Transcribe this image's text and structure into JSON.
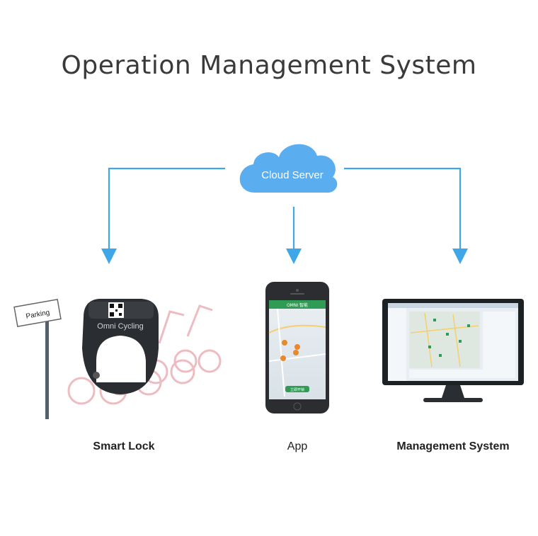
{
  "title": "Operation Management System",
  "cloud": {
    "label": "Cloud Server",
    "icon": "cloud-icon",
    "color": "#5aaef0"
  },
  "arrow_color": "#3fa6e8",
  "nodes": [
    {
      "id": "smart-lock",
      "label": "Smart Lock",
      "icon": "smart-lock-icon"
    },
    {
      "id": "app",
      "label": "App",
      "icon": "smartphone-icon"
    },
    {
      "id": "management-system",
      "label": "Management System",
      "icon": "monitor-icon"
    }
  ],
  "lock": {
    "brand": "Omni Cycling",
    "sign": "Parking"
  },
  "phone": {
    "app_header": "OMNI 智能",
    "button_label": "立即开锁"
  }
}
